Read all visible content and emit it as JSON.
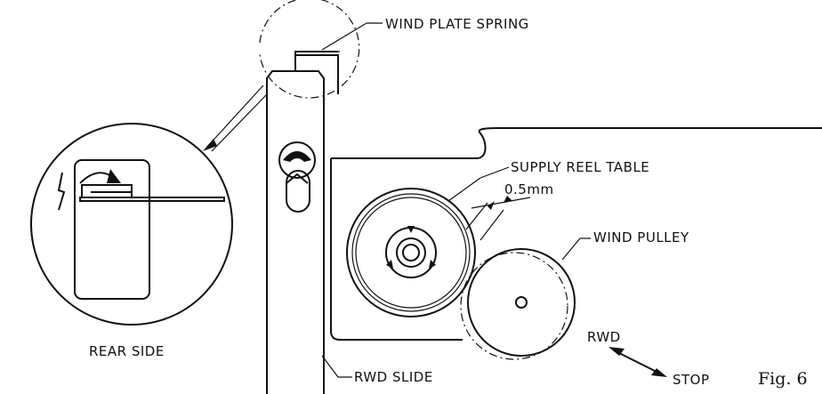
{
  "labels": {
    "wind_plate_spring": "WIND PLATE SPRING",
    "supply_reel_table": "SUPPLY REEL TABLE",
    "gap": "0.5mm",
    "wind_pulley": "WIND PULLEY",
    "rear_side": "REAR SIDE",
    "rwd": "RWD",
    "rwd_slide": "RWD SLIDE",
    "stop": "STOP",
    "figure": "Fig. 6"
  },
  "colors": {
    "ink": "#111111",
    "paper": "#ffffff"
  }
}
